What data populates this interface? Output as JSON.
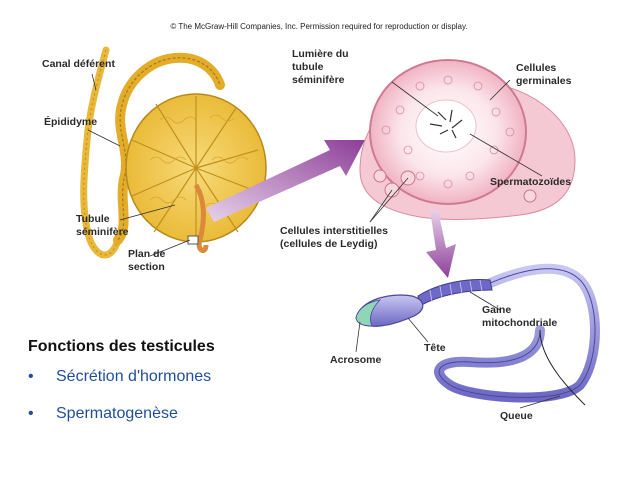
{
  "copyright": "© The McGraw-Hill Companies, Inc. Permission required for reproduction or display.",
  "labels": {
    "canal_deferent": "Canal déférent",
    "epididyme": "Épididyme",
    "tubule_seminifere_1": "Tubule",
    "tubule_seminifere_2": "séminifère",
    "plan_section_1": "Plan de",
    "plan_section_2": "section",
    "lumiere_1": "Lumière du",
    "lumiere_2": "tubule",
    "lumiere_3": "séminifère",
    "cellules_germinales_1": "Cellules",
    "cellules_germinales_2": "germinales",
    "spermatozoides": "Spermatozoïdes",
    "cellules_interstitielles_1": "Cellules interstitielles",
    "cellules_interstitielles_2": "(cellules de Leydig)",
    "gaine_1": "Gaine",
    "gaine_2": "mitochondriale",
    "tete": "Tête",
    "acrosome": "Acrosome",
    "queue": "Queue"
  },
  "text": {
    "heading": "Fonctions des testicules",
    "bullets": [
      "Sécrétion d'hormones",
      "Spermatogenèse"
    ]
  },
  "colors": {
    "testis": "#f2c640",
    "testis_dark": "#c99a20",
    "tubule_pink": "#f1b6c4",
    "tubule_dark": "#d4788f",
    "arrow": "#9a4fa3",
    "sperm": "#8a86d6",
    "sperm_dark": "#4b4698",
    "bullet_text": "#1f4e9c"
  }
}
